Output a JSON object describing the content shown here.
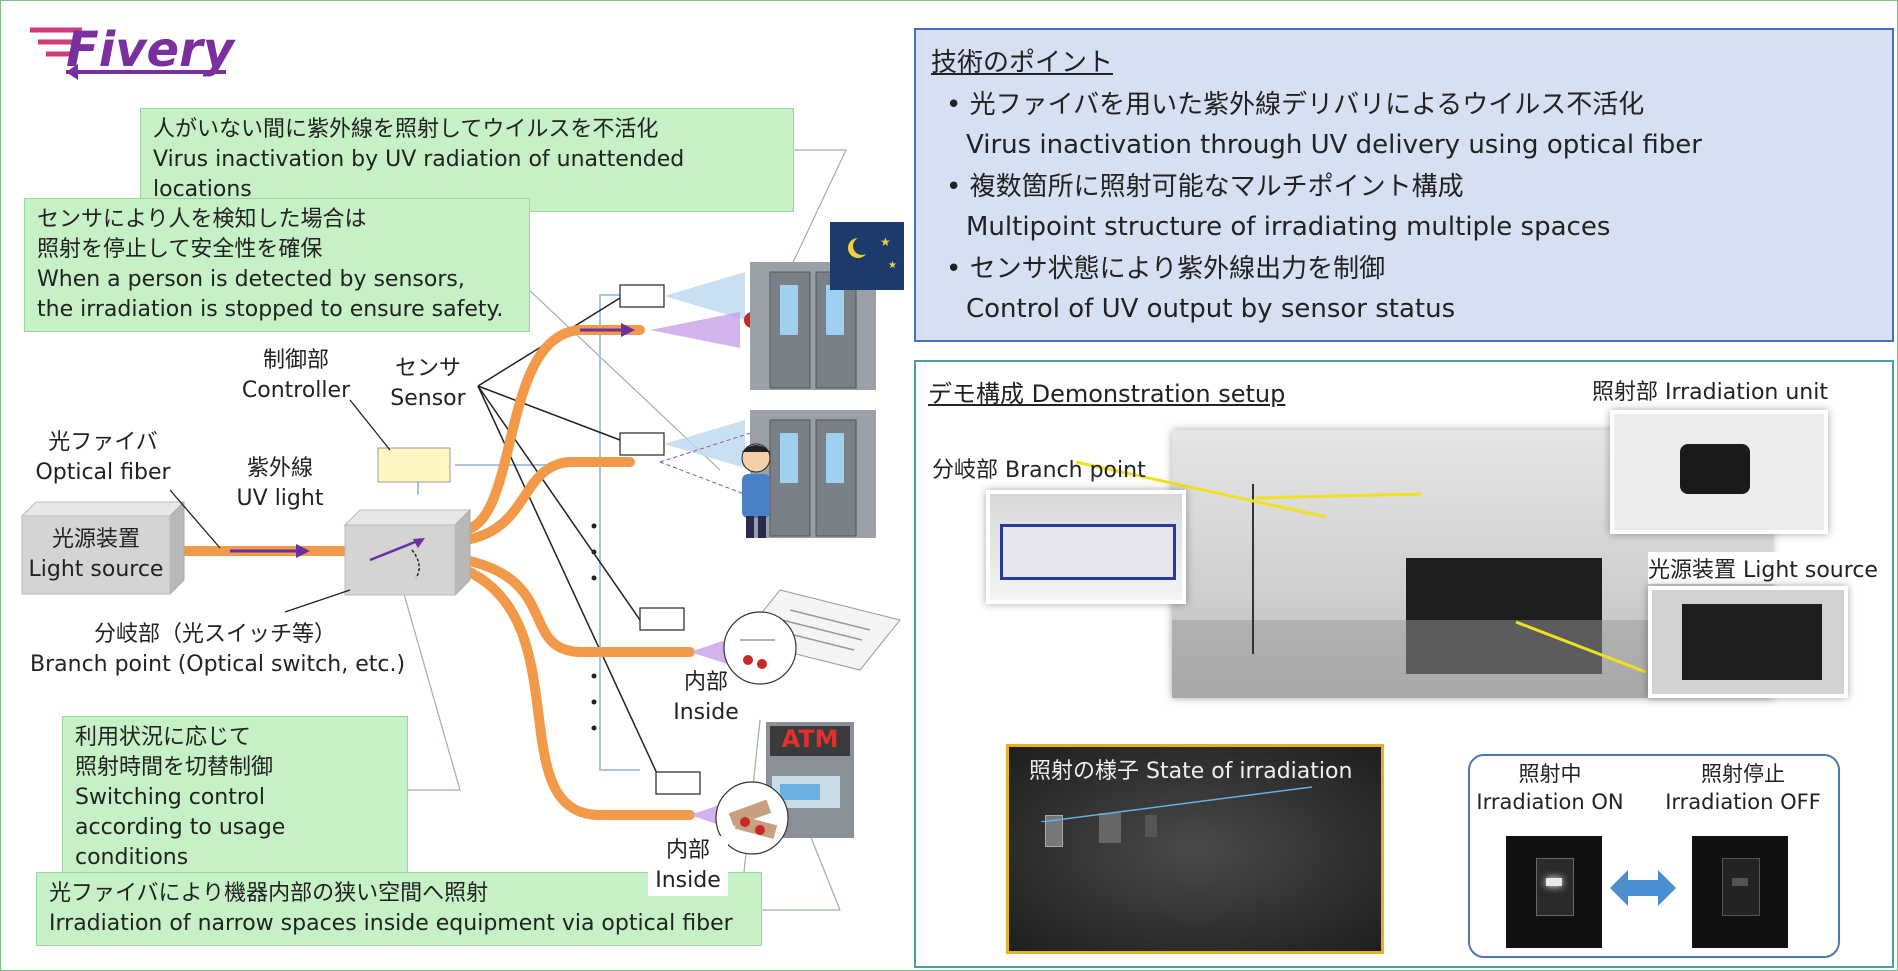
{
  "logo": {
    "text": "Fivery",
    "color": "#7a2f9e",
    "accent": "#d03a7a"
  },
  "left_callouts": {
    "unattended_jp": "人がいない間に紫外線を照射してウイルスを不活化",
    "unattended_en": "Virus inactivation by UV radiation of unattended locations",
    "sensor_jp_1": "センサにより人を検知した場合は",
    "sensor_jp_2": "照射を停止して安全性を確保",
    "sensor_en_1": "When a person is detected by sensors,",
    "sensor_en_2": "the irradiation is stopped to ensure safety.",
    "usage_jp_1": "利用状況に応じて",
    "usage_jp_2": "照射時間を切替制御",
    "usage_en_1": "Switching control",
    "usage_en_2": "according to usage conditions",
    "narrow_jp": "光ファイバにより機器内部の狭い空間へ照射",
    "narrow_en": "Irradiation of narrow spaces inside equipment via optical fiber"
  },
  "diagram_labels": {
    "controller_jp": "制御部",
    "controller_en": "Controller",
    "sensor_jp": "センサ",
    "sensor_en": "Sensor",
    "fiber_jp": "光ファイバ",
    "fiber_en": "Optical fiber",
    "uv_jp": "紫外線",
    "uv_en": "UV light",
    "source_jp": "光源装置",
    "source_en": "Light source",
    "branch_jp": "分岐部（光スイッチ等）",
    "branch_en": "Branch point (Optical switch, etc.)",
    "inside1_jp": "内部",
    "inside1_en": "Inside",
    "inside2_jp": "内部",
    "inside2_en": "Inside",
    "atm": "ATM"
  },
  "tech_points": {
    "title": "技術のポイント",
    "items": [
      {
        "jp": "光ファイバを用いた紫外線デリバリによるウイルス不活化",
        "en": "Virus inactivation through UV delivery using optical fiber"
      },
      {
        "jp": "複数箇所に照射可能なマルチポイント構成",
        "en": "Multipoint structure of irradiating multiple spaces"
      },
      {
        "jp": "センサ状態により紫外線出力を制御",
        "en": "Control of UV output by sensor status"
      }
    ]
  },
  "demo": {
    "title": "デモ構成 Demonstration setup",
    "irradiation_unit": "照射部 Irradiation unit",
    "branch_point": "分岐部 Branch point",
    "light_source": "光源装置 Light source",
    "state_title": "照射の様子 State of irradiation",
    "on_jp": "照射中",
    "on_en": "Irradiation ON",
    "off_jp": "照射停止",
    "off_en": "Irradiation OFF"
  },
  "colors": {
    "fiber": "#f29a4a",
    "uv_arrow": "#6a2fa0",
    "green_box": "#c6f0c6",
    "blue_panel": "#d6e0f2",
    "highlight_yellow": "#f0e020",
    "on_off_arrow": "#4a90d0"
  }
}
